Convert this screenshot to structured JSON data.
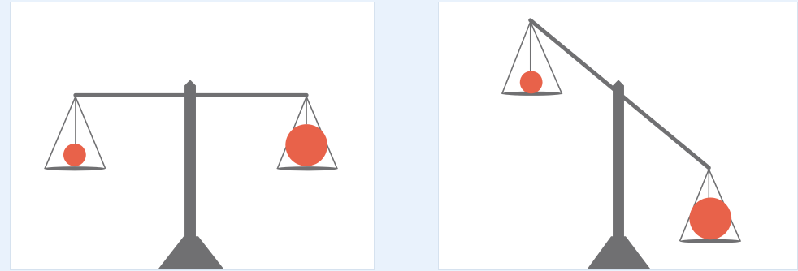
{
  "colors": {
    "background": "#e9f2fc",
    "panel": "#ffffff",
    "scale": "#707072",
    "weight": "#e8624a"
  },
  "panels": [
    {
      "name": "balanced-scale",
      "state": "level",
      "weights": {
        "left": "small",
        "right": "large"
      }
    },
    {
      "name": "tilted-scale",
      "state": "tilted-right-down",
      "weights": {
        "left": "small",
        "right": "large"
      }
    }
  ]
}
